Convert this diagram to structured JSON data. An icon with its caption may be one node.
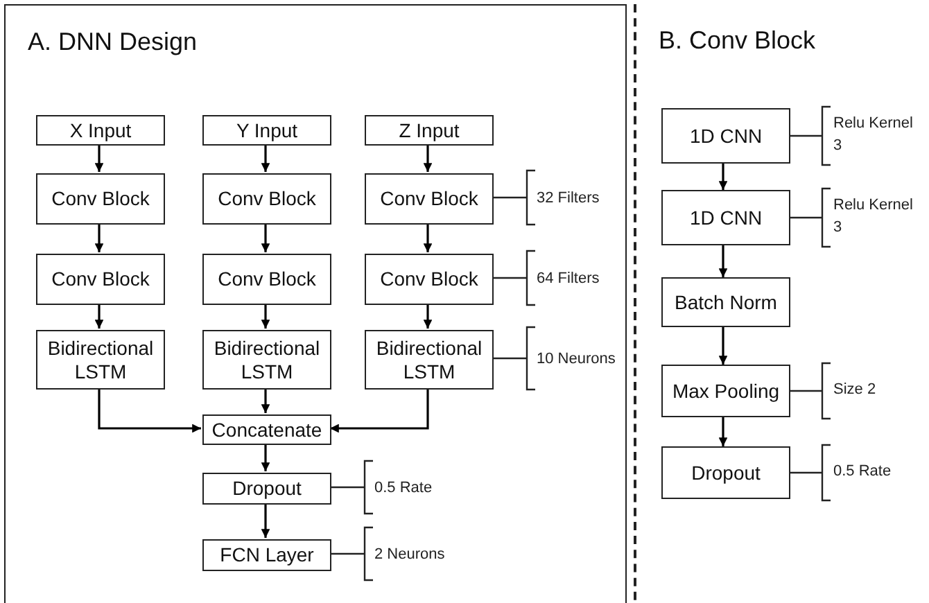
{
  "diagram": {
    "nodes": [
      {
        "text": [
          "A. DNN Design"
        ]
      },
      {
        "text": [
          "X Input"
        ],
        "in": 0
      },
      {
        "text": [
          "Y Input"
        ],
        "in": 0
      },
      {
        "text": [
          "Z Input"
        ],
        "in": 0
      },
      {
        "text": [
          "Conv Block"
        ],
        "in": 0
      },
      {
        "text": [
          "Conv Block"
        ],
        "in": 0
      },
      {
        "text": [
          "Conv Block"
        ],
        "in": 0,
        "beside": [
          "32 Filters"
        ]
      },
      {
        "text": [
          "Conv Block"
        ],
        "in": 0
      },
      {
        "text": [
          "Conv Block"
        ],
        "in": 0
      },
      {
        "text": [
          "Conv Block"
        ],
        "in": 0,
        "beside": [
          "64 Filters"
        ]
      },
      {
        "text": [
          "Bidirectional LSTM"
        ],
        "in": 0
      },
      {
        "text": [
          "Bidirectional LSTM"
        ],
        "in": 0
      },
      {
        "text": [
          "Bidirectional LSTM"
        ],
        "in": 0,
        "beside": [
          "10 Neurons"
        ]
      },
      {
        "text": [
          "Concatenate"
        ],
        "in": 0
      },
      {
        "text": [
          "Dropout"
        ],
        "in": 0,
        "beside": [
          "0.5 Rate"
        ]
      },
      {
        "text": [
          "FCN Layer"
        ],
        "in": 0,
        "beside": [
          "2 Neurons"
        ]
      },
      {
        "text": [
          "B. Conv Block"
        ]
      },
      {
        "text": [
          "1D CNN"
        ],
        "in": 16,
        "beside": [
          "Relu Kernel 3"
        ]
      },
      {
        "text": [
          "1D CNN"
        ],
        "in": 16,
        "beside": [
          "Relu Kernel 3"
        ]
      },
      {
        "text": [
          "Batch Norm"
        ],
        "in": 16
      },
      {
        "text": [
          "Max Pooling"
        ],
        "in": 16,
        "beside": [
          "Size 2"
        ]
      },
      {
        "text": [
          "Dropout"
        ],
        "in": 16,
        "beside": [
          "0.5 Rate"
        ]
      }
    ],
    "edges": [
      {
        "from": 1,
        "to": 4,
        "arrow": "to"
      },
      {
        "from": 2,
        "to": 5,
        "arrow": "to"
      },
      {
        "from": 3,
        "to": 6,
        "arrow": "to"
      },
      {
        "from": 4,
        "to": 7,
        "arrow": "to"
      },
      {
        "from": 5,
        "to": 8,
        "arrow": "to"
      },
      {
        "from": 6,
        "to": 9,
        "arrow": "to"
      },
      {
        "from": 7,
        "to": 10,
        "arrow": "to"
      },
      {
        "from": 8,
        "to": 11,
        "arrow": "to"
      },
      {
        "from": 9,
        "to": 12,
        "arrow": "to"
      },
      {
        "from": 10,
        "to": 13,
        "arrow": "to"
      },
      {
        "from": 11,
        "to": 13,
        "arrow": "to"
      },
      {
        "from": 12,
        "to": 13,
        "arrow": "to"
      },
      {
        "from": 13,
        "to": 14,
        "arrow": "to"
      },
      {
        "from": 14,
        "to": 15,
        "arrow": "to"
      },
      {
        "from": 17,
        "to": 18,
        "arrow": "to"
      },
      {
        "from": 18,
        "to": 19,
        "arrow": "to"
      },
      {
        "from": 19,
        "to": 20,
        "arrow": "to"
      },
      {
        "from": 20,
        "to": 21,
        "arrow": "to"
      }
    ]
  }
}
